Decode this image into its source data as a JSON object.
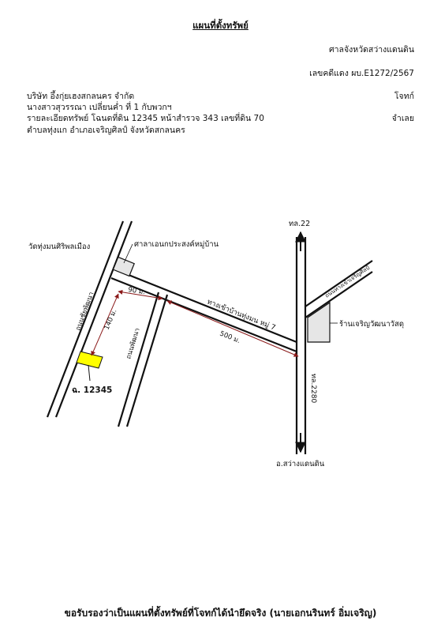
{
  "header": {
    "title": "แผนที่ตั้งทรัพย์",
    "court": "ศาลจังหวัดสว่างแดนดิน",
    "case_number": "เลขคดีแดง ผบ.E1272/2567",
    "plaintiff_name": "บริษัท อึ้งกุ่ยเฮงสกลนคร จำกัด",
    "plaintiff_role": "โจทก์",
    "defendant_name": "นางสาวสุวรรณา  เปลี่ยนค่ำ  ที่ 1 กับพวกฯ",
    "defendant_role": "จำเลย",
    "property_detail": "รายละเอียดทรัพย์  โฉนดที่ดิน 12345 หน้าสำรวจ 343 เลขที่ดิน 70",
    "location": "ตำบลทุ่งแก  อำเภอเจริญศิลป์  จังหวัดสกลนคร"
  },
  "map": {
    "temple_label": "วัดทุ่งมนศิริพลเมือง",
    "hall_label": "ศาลาเอนกประสงค์หมู่บ้าน",
    "road_left_label": "ถนนชัยพัฒนา",
    "road_mid_label": "ถนนพัฒนา",
    "village_road_label": "ทางเข้าบ้านทุ่งมน หมู่ 7",
    "highway_top_label": "ทล.22",
    "highway_bottom_label": "ทล.2280",
    "side_road_label": "ถนนทางเข้าเจริญศิลป์",
    "shop_label": "ร้านเจริญวัฒนาวัสดุ",
    "district_label": "อ.สว่างแดนดิน",
    "dist_90": "90 ม.",
    "dist_140": "140 ม.",
    "dist_500": "500 ม.",
    "parcel_label": "ฉ. 12345",
    "parcel_color": "#ffff00",
    "measure_color": "#8b1a1a"
  },
  "footer": {
    "certification": "ขอรับรองว่าเป็นแผนที่ตั้งทรัพย์ที่โจทก์ได้นำยึดจริง (นายเอกนรินทร์ อิ่มเจริญ)"
  }
}
